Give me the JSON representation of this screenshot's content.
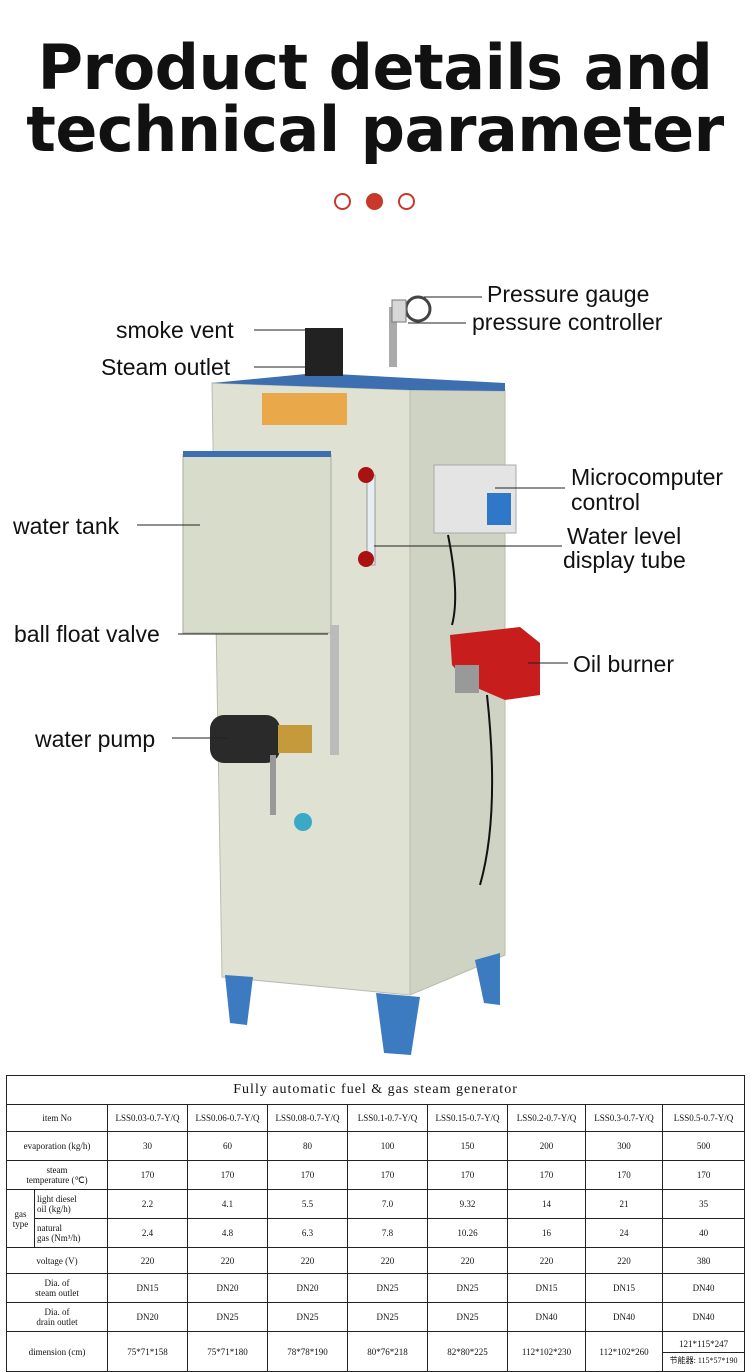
{
  "header": {
    "title_line1": "Product details and",
    "title_line2": "technical parameter",
    "accent_color": "#c8382b"
  },
  "diagram": {
    "labels": {
      "pressure_gauge": "Pressure gauge",
      "pressure_controller": "pressure controller",
      "smoke_vent": "smoke vent",
      "steam_outlet": "Steam outlet",
      "microcomputer_line1": "Microcomputer",
      "microcomputer_line2": "control",
      "water_tank": "water tank",
      "water_level_line1": "Water level",
      "water_level_line2": "display tube",
      "ball_float_valve": "ball float valve",
      "oil_burner": "Oil burner",
      "water_pump": "water pump"
    },
    "colors": {
      "body": "#e3e6d8",
      "trim": "#3d6fb0",
      "burner": "#c81d1d",
      "legs": "#3d7bc0"
    }
  },
  "table": {
    "caption": "Fully automatic fuel & gas steam generator",
    "header_label": "item No",
    "models": [
      "LSS0.03-0.7-Y/Q",
      "LSS0.06-0.7-Y/Q",
      "LSS0.08-0.7-Y/Q",
      "LSS0.1-0.7-Y/Q",
      "LSS0.15-0.7-Y/Q",
      "LSS0.2-0.7-Y/Q",
      "LSS0.3-0.7-Y/Q",
      "LSS0.5-0.7-Y/Q"
    ],
    "evaporation": {
      "label": "evaporation (kg/h)",
      "values": [
        "30",
        "60",
        "80",
        "100",
        "150",
        "200",
        "300",
        "500"
      ]
    },
    "steam_temperature": {
      "label_line1": "steam",
      "label_line2": "temperature (℃)",
      "values": [
        "170",
        "170",
        "170",
        "170",
        "170",
        "170",
        "170",
        "170"
      ]
    },
    "gas_type_label_line1": "gas",
    "gas_type_label_line2": "type",
    "light_diesel": {
      "label_line1": "light diesel",
      "label_line2": "oil (kg/h)",
      "values": [
        "2.2",
        "4.1",
        "5.5",
        "7.0",
        "9.32",
        "14",
        "21",
        "35"
      ]
    },
    "natural_gas": {
      "label_line1": "natural",
      "label_line2": "gas (Nm³/h)",
      "values": [
        "2.4",
        "4.8",
        "6.3",
        "7.8",
        "10.26",
        "16",
        "24",
        "40"
      ]
    },
    "voltage": {
      "label": "voltage (V)",
      "values": [
        "220",
        "220",
        "220",
        "220",
        "220",
        "220",
        "220",
        "380"
      ]
    },
    "steam_outlet": {
      "label_line1": "Dia. of",
      "label_line2": "steam outlet",
      "values": [
        "DN15",
        "DN20",
        "DN20",
        "DN25",
        "DN25",
        "DN15",
        "DN15",
        "DN40"
      ]
    },
    "drain_outlet": {
      "label_line1": "Dia. of",
      "label_line2": "drain outlet",
      "values": [
        "DN20",
        "DN25",
        "DN25",
        "DN25",
        "DN25",
        "DN40",
        "DN40",
        "DN40"
      ]
    },
    "dimension": {
      "label": "dimension (cm)",
      "values": [
        "75*71*158",
        "75*71*180",
        "78*78*190",
        "80*76*218",
        "82*80*225",
        "112*102*230",
        "112*102*260",
        "121*115*247"
      ],
      "last_extra": "节能器: 115*57*190"
    }
  }
}
